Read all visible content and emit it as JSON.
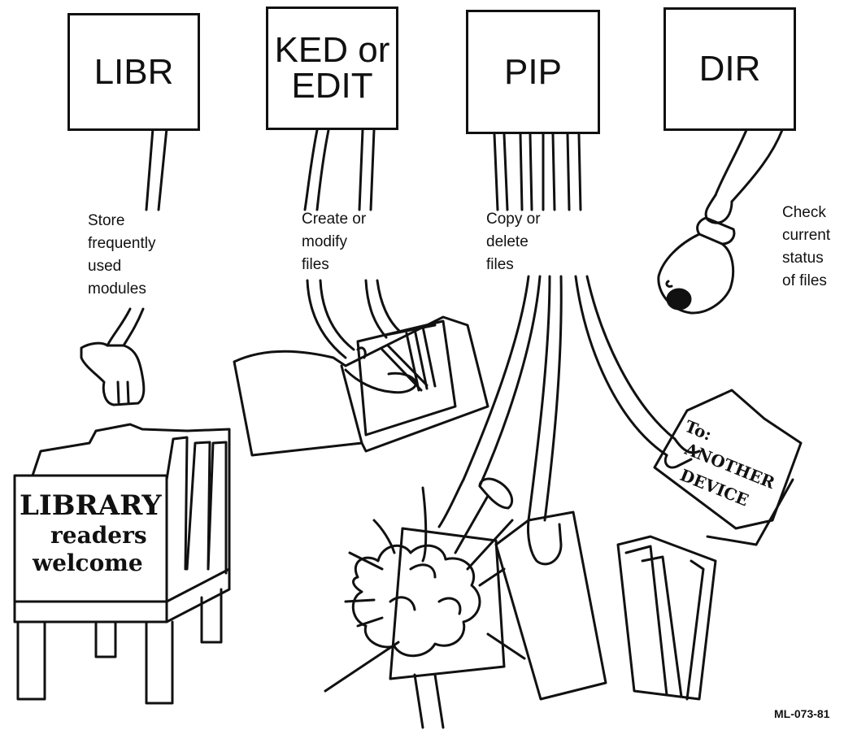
{
  "commands": [
    {
      "label": "LIBR",
      "description": [
        "Store",
        "frequently",
        "used",
        "modules"
      ]
    },
    {
      "label_lines": [
        "KED or",
        "EDIT"
      ],
      "description": [
        "Create or",
        "modify",
        "files"
      ]
    },
    {
      "label": "PIP",
      "description": [
        "Copy or",
        "delete",
        "files"
      ]
    },
    {
      "label": "DIR",
      "description": [
        "Check",
        "current",
        "status",
        "of files"
      ]
    }
  ],
  "library_sign": [
    "LIBRARY",
    "readers",
    "welcome"
  ],
  "device_sign": [
    "To:",
    "ANOTHER",
    "DEVICE"
  ],
  "figure_code": "ML-073-81",
  "colors": {
    "ink": "#111111",
    "paper": "#ffffff"
  }
}
